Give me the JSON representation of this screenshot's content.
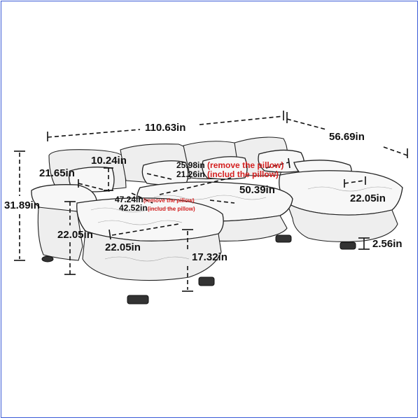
{
  "colors": {
    "frame": "#3b5bd6",
    "note": "#d42020",
    "ink": "#111111"
  },
  "dimensions": {
    "total_length": "110.63in",
    "depth": "56.69in",
    "pillow_height": "10.24in",
    "seat_height_back": "21.65in",
    "overall_height": "31.89in",
    "seat_depth_a": "25.98in",
    "seat_depth_a_note": "(remove the pillow)",
    "seat_depth_b": "21.26in",
    "seat_depth_b_note": "(includ the pillow)",
    "center_width": "50.39in",
    "seat_width_a": "47.24in",
    "seat_width_a_note": "(remove the pillow)",
    "seat_width_b": "42.52in",
    "seat_width_b_note": "(includ the pillow)",
    "chaise_width_right": "22.05in",
    "arm_height": "22.05in",
    "chaise_width_left": "22.05in",
    "seat_height": "17.32in",
    "leg_height": "2.56in"
  }
}
